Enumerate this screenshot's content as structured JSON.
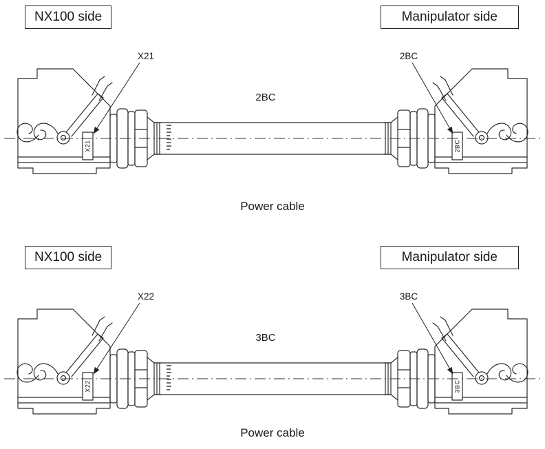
{
  "diagrams": [
    {
      "nx100_side_label": "NX100 side",
      "manipulator_side_label": "Manipulator side",
      "left_callout": "X21",
      "right_callout": "2BC",
      "center_label": "2BC",
      "left_tag": "X21",
      "right_tag": "2BC",
      "caption": "Power cable"
    },
    {
      "nx100_side_label": "NX100 side",
      "manipulator_side_label": "Manipulator side",
      "left_callout": "X22",
      "right_callout": "3BC",
      "center_label": "3BC",
      "left_tag": "X22",
      "right_tag": "3BC",
      "caption": "Power cable"
    }
  ],
  "line_color": "#2b2b2b"
}
